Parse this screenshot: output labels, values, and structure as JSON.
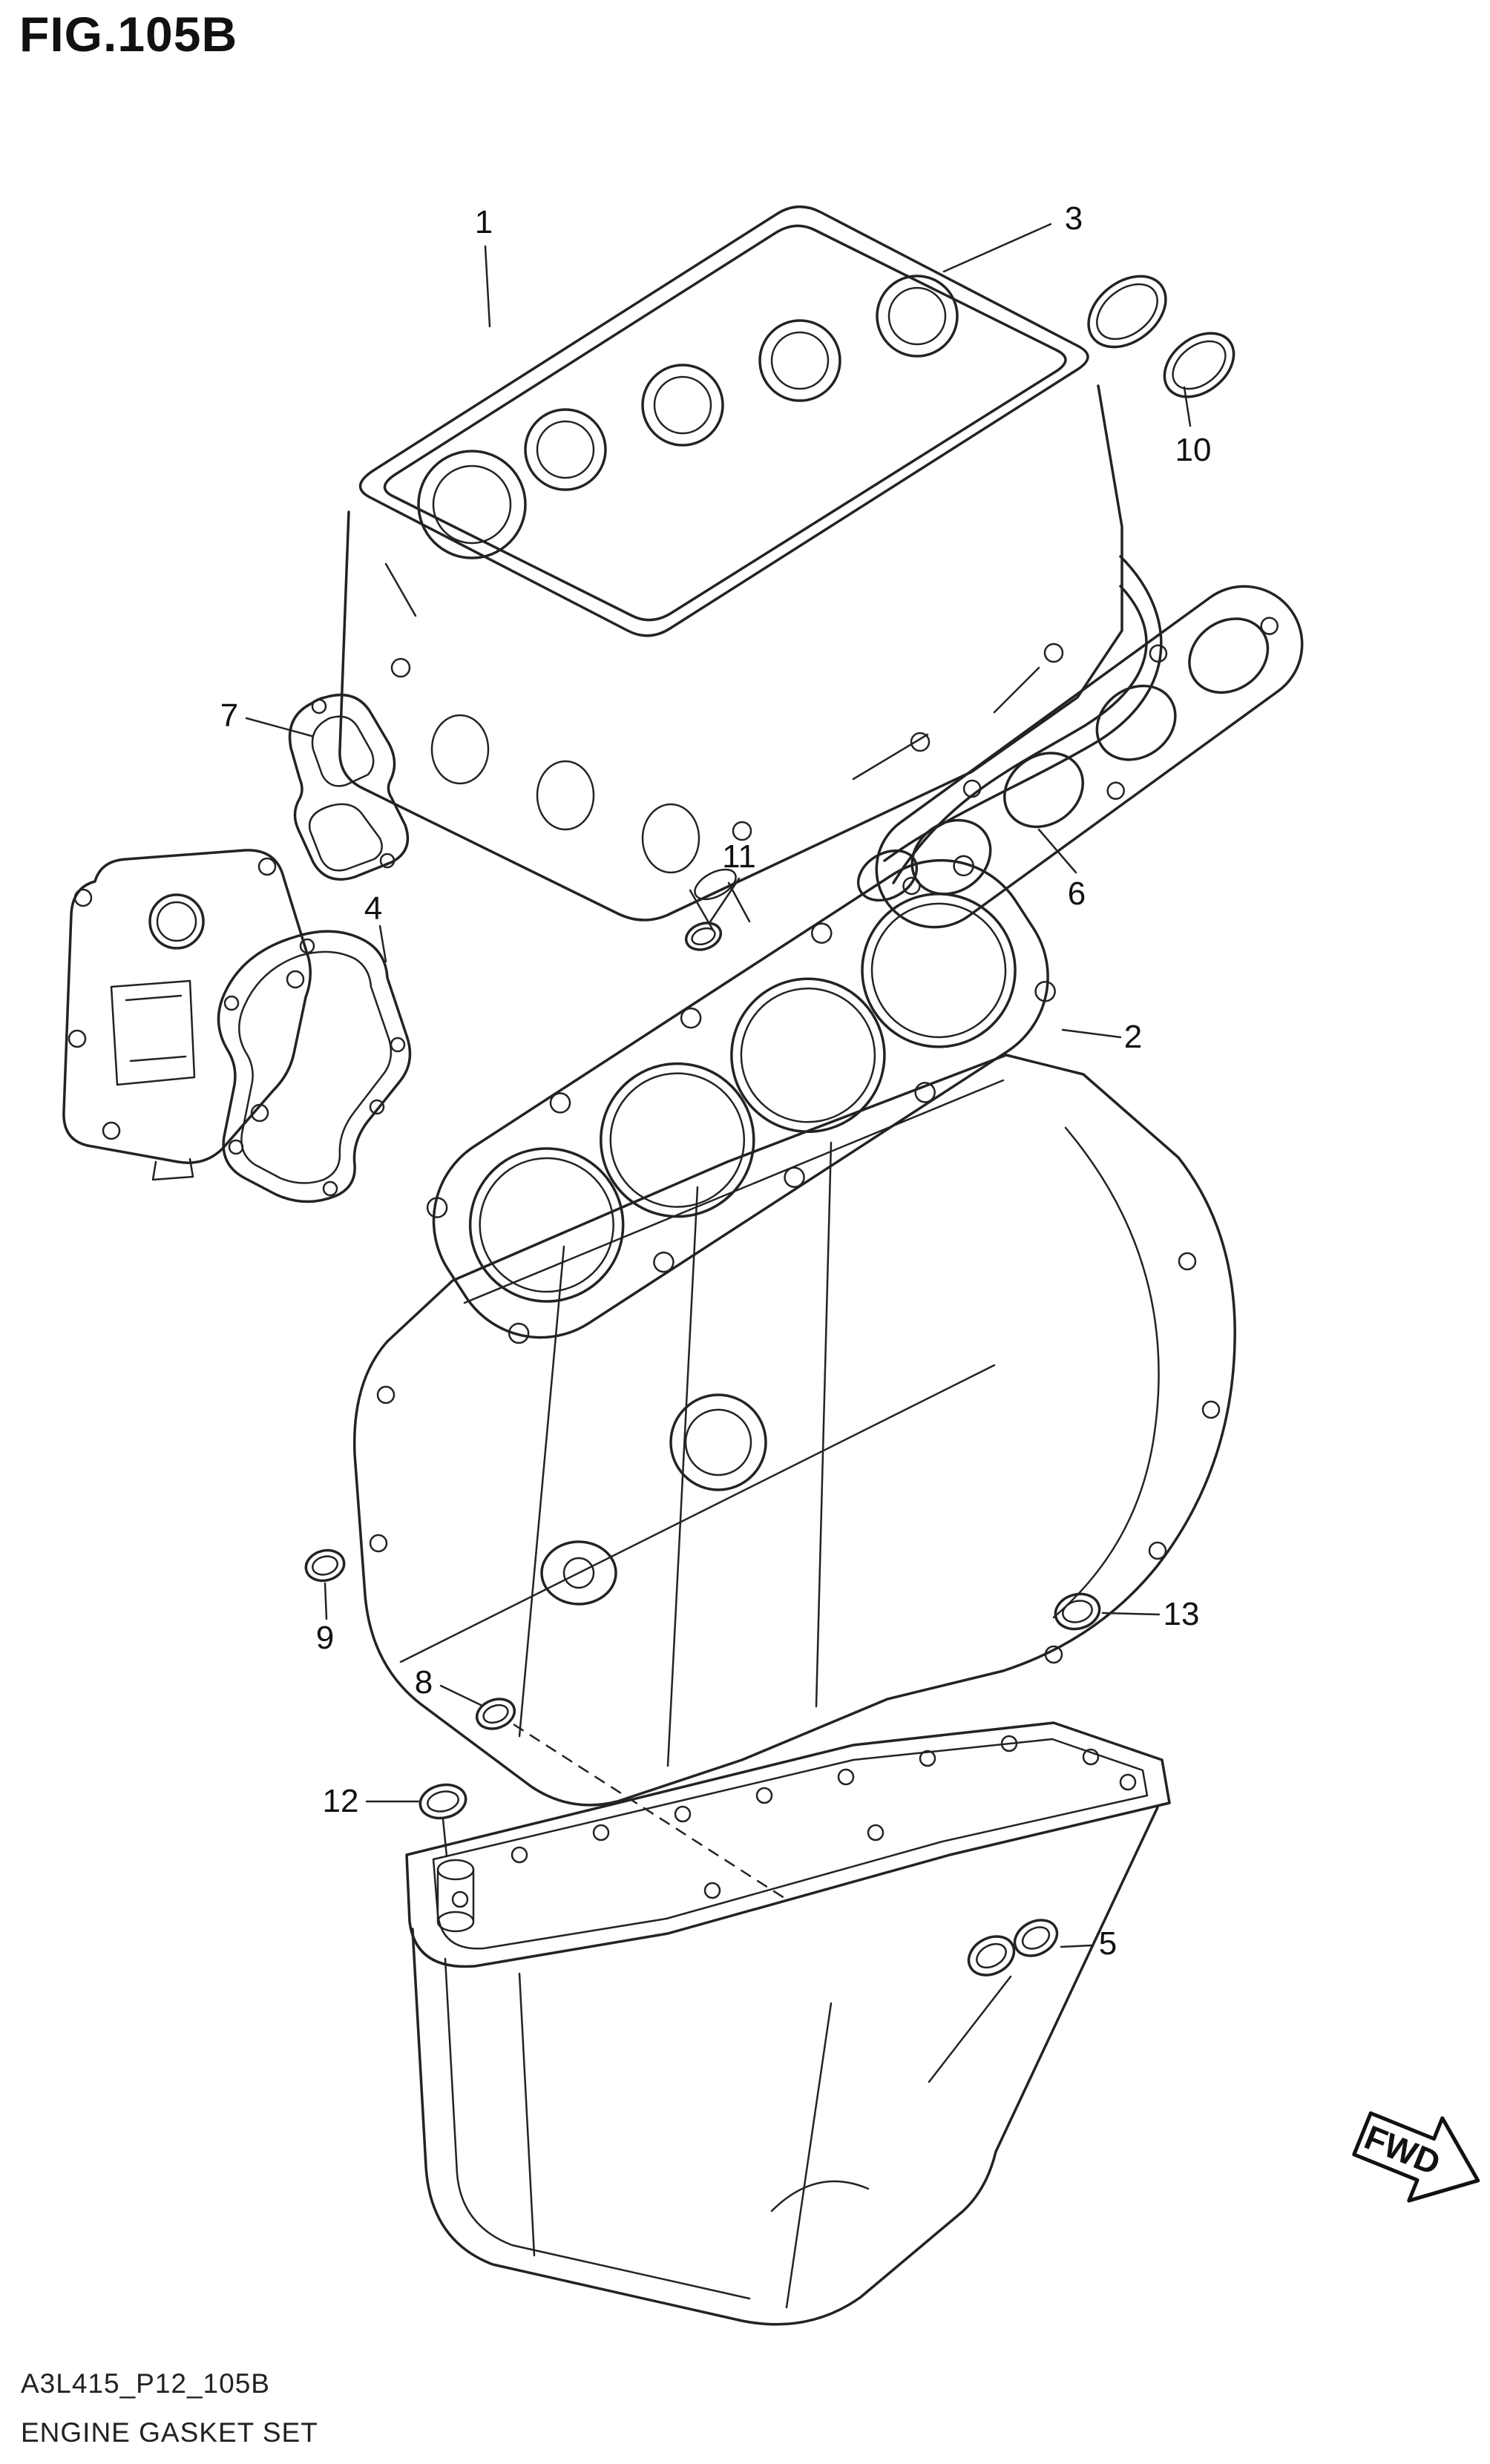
{
  "figure": {
    "title": "FIG.105B",
    "code": "A3L415_P12_105B",
    "caption": "ENGINE GASKET SET"
  },
  "diagram": {
    "fwd_label": "FWD",
    "callouts": [
      {
        "label": "1"
      },
      {
        "label": "2"
      },
      {
        "label": "3"
      },
      {
        "label": "4"
      },
      {
        "label": "5"
      },
      {
        "label": "6"
      },
      {
        "label": "7"
      },
      {
        "label": "8"
      },
      {
        "label": "9"
      },
      {
        "label": "10"
      },
      {
        "label": "11"
      },
      {
        "label": "12"
      },
      {
        "label": "13"
      }
    ]
  }
}
